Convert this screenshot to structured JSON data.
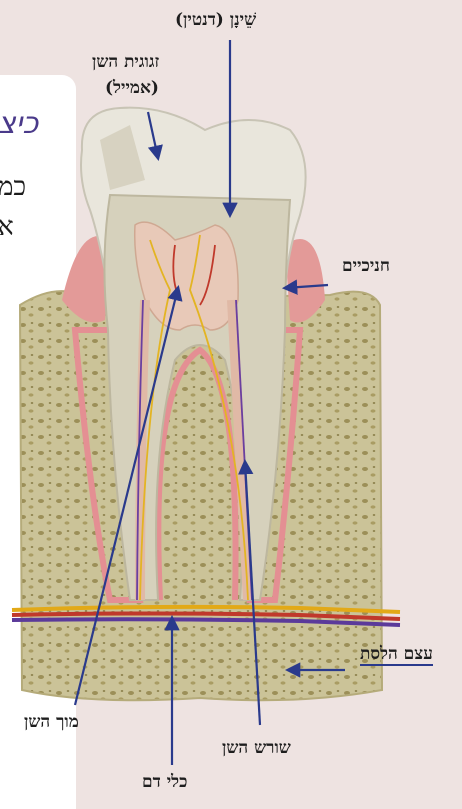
{
  "side_card": {
    "title": "כיצ",
    "line1": "כמ",
    "line2": "א"
  },
  "labels": {
    "dentin": "שֵׁינָן (דנטין)",
    "enamel_line1": "זגוגית השן",
    "enamel_line2": "(אמייל)",
    "gums": "חניכיים",
    "jaw_bone": "עצם הלסת",
    "pulp": "מוך השן",
    "root": "שורש השן",
    "blood_vessels": "כלי דם"
  },
  "colors": {
    "arrow": "#2a3a8c",
    "bone": "#c9c195",
    "gum": "#e39a98",
    "enamel": "#e9e6dc",
    "dentin": "#d6d1bc"
  }
}
